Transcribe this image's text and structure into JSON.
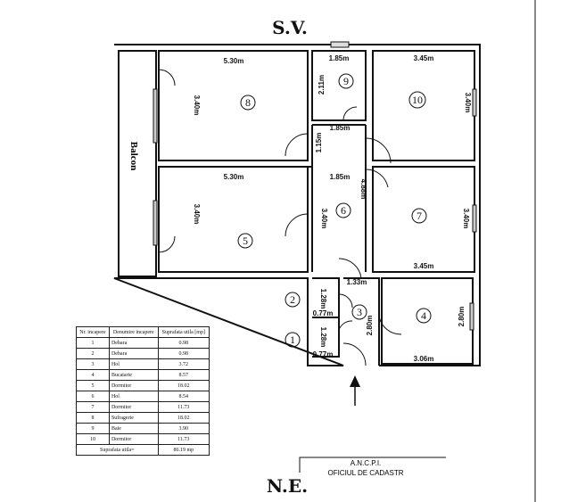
{
  "orientation": {
    "top": "S.V.",
    "bottom": "N.E."
  },
  "balcony_label": "Balcon",
  "rooms": [
    {
      "number": "8",
      "width": "5.30m",
      "height": "3.40m"
    },
    {
      "number": "5",
      "width": "5.30m",
      "height": "3.40m"
    },
    {
      "number": "9",
      "width": "1.85m",
      "height": "2.11m"
    },
    {
      "number": "10",
      "width": "3.45m",
      "height": "3.40m"
    },
    {
      "number": "6",
      "width_top": "1.85m",
      "width_mid": "1.85m",
      "height_top": "1.15m",
      "height_left": "3.40m",
      "height_right": "4.88m"
    },
    {
      "number": "7",
      "width": "3.45m",
      "height": "3.40m"
    },
    {
      "number": "2",
      "width": "0.77m",
      "height": "1.28m"
    },
    {
      "number": "1",
      "width": "0.77m",
      "height": "1.28m"
    },
    {
      "number": "3",
      "width": "1.33m",
      "height": "2.80m"
    },
    {
      "number": "4",
      "width": "3.06m",
      "height": "2.80m"
    }
  ],
  "table": {
    "headers": [
      "Nr. incapere",
      "Denumire incapere",
      "Suprafata utila [mp]"
    ],
    "rows": [
      [
        "1",
        "Debara",
        "0.98"
      ],
      [
        "2",
        "Debara",
        "0.98"
      ],
      [
        "3",
        "Hol",
        "3.72"
      ],
      [
        "4",
        "Bucatarie",
        "8.57"
      ],
      [
        "5",
        "Dormitor",
        "18.02"
      ],
      [
        "6",
        "Hol",
        "8.54"
      ],
      [
        "7",
        "Dormitor",
        "11.73"
      ],
      [
        "8",
        "Sufragerie",
        "18.02"
      ],
      [
        "9",
        "Baie",
        "3.90"
      ],
      [
        "10",
        "Dormitor",
        "11.73"
      ]
    ],
    "total_label": "Suprafata utila=",
    "total_value": "86.19 mp"
  },
  "stamp": {
    "line1": "A.N.C.P.I.",
    "line2": "OFICIUL DE CADASTR"
  }
}
